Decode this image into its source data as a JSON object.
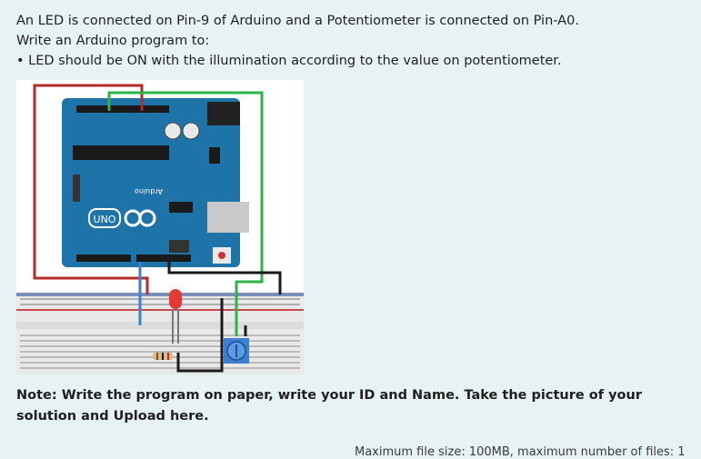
{
  "question": {
    "line1": "An LED is connected on Pin-9 of Arduino and a Potentiometer is connected on Pin-A0.",
    "line2": "Write an Arduino program to:",
    "bullet": "LED should be ON with the illumination according to the value on potentiometer.",
    "bullet_glyph": "•"
  },
  "figure": {
    "board_logo": "UNO",
    "board_brand": "Arduino"
  },
  "note": {
    "text": "Note: Write the program on paper, write your ID and Name. Take the picture of your solution and Upload here."
  },
  "footer": {
    "text": "Maximum file size: 100MB, maximum number of files: 1"
  },
  "colors": {
    "background": "#e6f2f4",
    "board": "#1e73a8",
    "wire_red": "#b32a2a",
    "wire_green": "#2fb344",
    "wire_black": "#1a1a1a",
    "wire_blue": "#3d7fd6"
  }
}
